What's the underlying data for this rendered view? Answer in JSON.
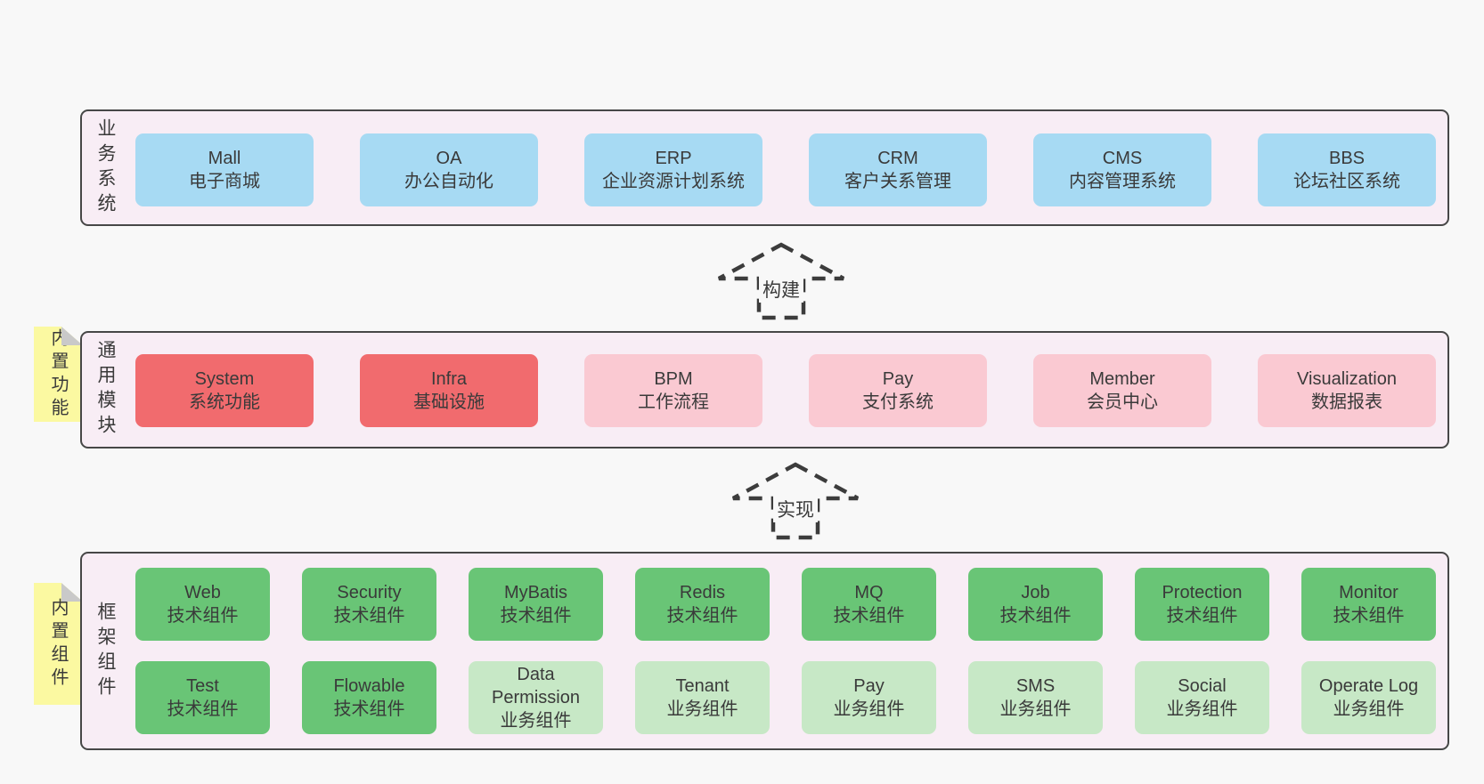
{
  "colors": {
    "page_bg": "#f8f8f8",
    "panel_bg": "#f8edf5",
    "panel_border": "#474747",
    "blue": "#a7daf3",
    "red": "#f16b6e",
    "pink": "#fac9d2",
    "green": "#69c576",
    "light_green": "#c7e8c6",
    "sticky_yellow": "#fbf9a1",
    "fold_gray": "#c9c9c9",
    "text": "#3a3a3a",
    "arrow": "#3c3c3c"
  },
  "arrows": {
    "build_label": "构建",
    "implement_label": "实现"
  },
  "panels": {
    "business": {
      "label": "业务系统",
      "items": [
        {
          "name": "Mall",
          "subtitle": "电子商城"
        },
        {
          "name": "OA",
          "subtitle": "办公自动化"
        },
        {
          "name": "ERP",
          "subtitle": "企业资源计划系统"
        },
        {
          "name": "CRM",
          "subtitle": "客户关系管理"
        },
        {
          "name": "CMS",
          "subtitle": "内容管理系统"
        },
        {
          "name": "BBS",
          "subtitle": "论坛社区系统"
        }
      ]
    },
    "modules": {
      "label": "通用模块",
      "sticky": "内置功能",
      "items": [
        {
          "name": "System",
          "subtitle": "系统功能",
          "variant": "red"
        },
        {
          "name": "Infra",
          "subtitle": "基础设施",
          "variant": "red"
        },
        {
          "name": "BPM",
          "subtitle": "工作流程",
          "variant": "pink"
        },
        {
          "name": "Pay",
          "subtitle": "支付系统",
          "variant": "pink"
        },
        {
          "name": "Member",
          "subtitle": "会员中心",
          "variant": "pink"
        },
        {
          "name": "Visualization",
          "subtitle": "数据报表",
          "variant": "pink"
        }
      ]
    },
    "components": {
      "label": "框架组件",
      "sticky": "内置组件",
      "rows": [
        [
          {
            "name": "Web",
            "subtitle": "技术组件",
            "variant": "green"
          },
          {
            "name": "Security",
            "subtitle": "技术组件",
            "variant": "green"
          },
          {
            "name": "MyBatis",
            "subtitle": "技术组件",
            "variant": "green"
          },
          {
            "name": "Redis",
            "subtitle": "技术组件",
            "variant": "green"
          },
          {
            "name": "MQ",
            "subtitle": "技术组件",
            "variant": "green"
          },
          {
            "name": "Job",
            "subtitle": "技术组件",
            "variant": "green"
          },
          {
            "name": "Protection",
            "subtitle": "技术组件",
            "variant": "green"
          },
          {
            "name": "Monitor",
            "subtitle": "技术组件",
            "variant": "green"
          }
        ],
        [
          {
            "name": "Test",
            "subtitle": "技术组件",
            "variant": "green"
          },
          {
            "name": "Flowable",
            "subtitle": "技术组件",
            "variant": "green"
          },
          {
            "name": "Data Permission",
            "subtitle": "业务组件",
            "variant": "light"
          },
          {
            "name": "Tenant",
            "subtitle": "业务组件",
            "variant": "light"
          },
          {
            "name": "Pay",
            "subtitle": "业务组件",
            "variant": "light"
          },
          {
            "name": "SMS",
            "subtitle": "业务组件",
            "variant": "light"
          },
          {
            "name": "Social",
            "subtitle": "业务组件",
            "variant": "light"
          },
          {
            "name": "Operate Log",
            "subtitle": "业务组件",
            "variant": "light"
          }
        ]
      ]
    }
  }
}
